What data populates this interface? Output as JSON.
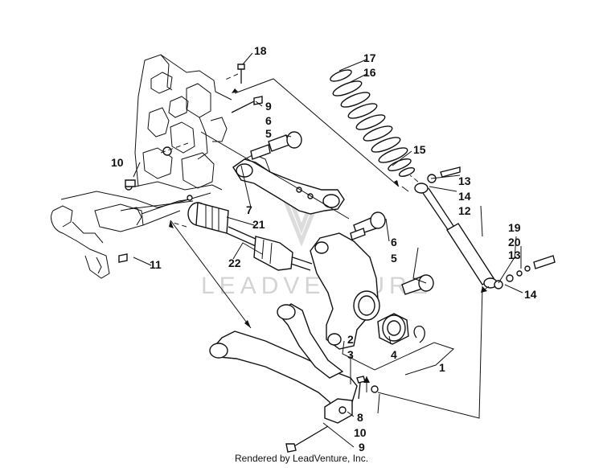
{
  "watermark": "LEADVENTURE",
  "footer": "Rendered by LeadVenture, Inc.",
  "callouts": {
    "c1": "1",
    "c2": "2",
    "c3": "3",
    "c4": "4",
    "c5a": "5",
    "c5b": "5",
    "c6a": "6",
    "c6b": "6",
    "c7": "7",
    "c8": "8",
    "c9a": "9",
    "c9b": "9",
    "c10a": "10",
    "c10b": "10",
    "c11": "11",
    "c12": "12",
    "c13a": "13",
    "c13b": "13",
    "c14a": "14",
    "c14b": "14",
    "c15": "15",
    "c16": "16",
    "c17": "17",
    "c18": "18",
    "c19": "19",
    "c20": "20",
    "c21": "21",
    "c22": "22"
  }
}
